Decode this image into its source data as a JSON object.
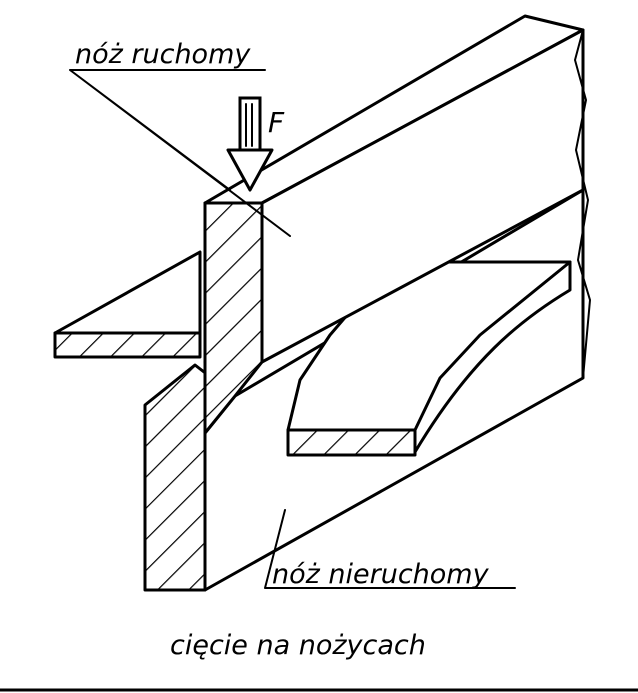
{
  "labels": {
    "moving_knife": "nóż ruchomy",
    "force": "F",
    "fixed_knife": "nóż nieruchomy",
    "caption": "cięcie na nożycach"
  },
  "colors": {
    "ink": "#000000",
    "paper": "#ffffff"
  }
}
